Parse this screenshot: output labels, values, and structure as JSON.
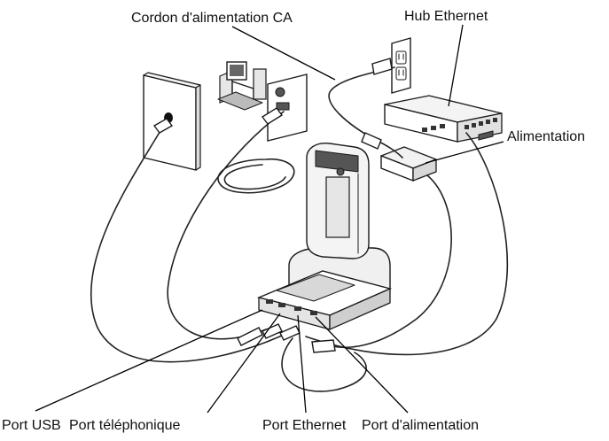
{
  "labels": {
    "ac_cord": "Cordon d'alimentation CA",
    "ethernet_hub": "Hub Ethernet",
    "power_supply": "Alimentation",
    "usb_port": "Port USB",
    "phone_port": "Port téléphonique",
    "ethernet_port": "Port Ethernet",
    "power_port": "Port d'alimentation"
  },
  "icons": [
    "wall-phone-jack-icon",
    "computer-icon",
    "wall-power-outlet-icon",
    "ethernet-hub-icon",
    "power-supply-icon",
    "cradle-icon",
    "handheld-device-icon"
  ]
}
